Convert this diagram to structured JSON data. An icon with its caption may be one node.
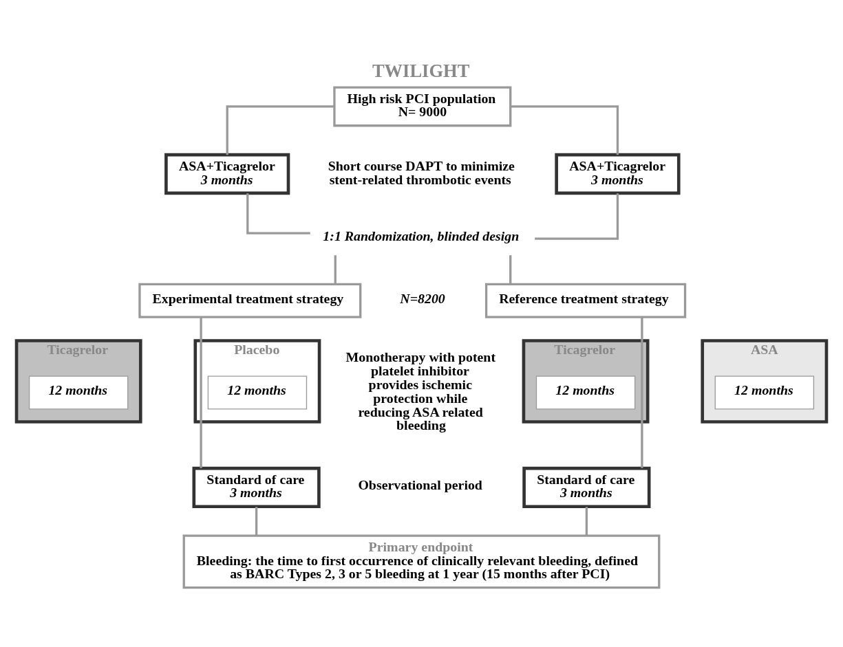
{
  "diagram": {
    "title": "TWILIGHT",
    "nodes": [
      {
        "text": [
          "High risk PCI population",
          "N= 9000"
        ]
      },
      {
        "text": [
          "ASA+Ticagrelor",
          "3 months"
        ]
      },
      {
        "text": [
          "ASA+Ticagrelor",
          "3 months"
        ]
      },
      {
        "text": [
          "1:1 Randomization, blinded design"
        ]
      },
      {
        "text": [
          "Experimental treatment strategy"
        ]
      },
      {
        "text": [
          "Reference treatment strategy"
        ]
      },
      {
        "text": [
          "Placebo"
        ]
      },
      {
        "text": [
          "12 months"
        ],
        "in": 6
      },
      {
        "text": [
          "Ticagrelor"
        ]
      },
      {
        "text": [
          "12 months"
        ],
        "in": 8
      },
      {
        "text": [
          "ASA"
        ]
      },
      {
        "text": [
          "12 months"
        ],
        "in": 10
      },
      {
        "text": [
          "Ticagrelor"
        ]
      },
      {
        "text": [
          "12 months"
        ],
        "in": 12
      },
      {
        "text": [
          "Standard of care",
          "3 months"
        ]
      },
      {
        "text": [
          "Standard of care",
          "3 months"
        ]
      },
      {
        "text": [
          "Primary endpoint",
          "Bleeding: the time to first occurrence of clinically relevant bleeding, defined as BARC Types 2, 3 or 5 bleeding at 1 year (15 months after PCI)"
        ]
      }
    ],
    "edges": [
      {
        "from": 0,
        "to": 1,
        "arrow": "none"
      },
      {
        "from": 0,
        "to": 2,
        "arrow": "none"
      },
      {
        "from": 1,
        "to": 3,
        "arrow": "none"
      },
      {
        "from": 2,
        "to": 3,
        "arrow": "none"
      },
      {
        "from": 3,
        "to": 4,
        "arrow": "none"
      },
      {
        "from": 3,
        "to": 5,
        "arrow": "none"
      },
      {
        "from": 4,
        "to": 14,
        "arrow": "none"
      },
      {
        "from": 5,
        "to": 15,
        "arrow": "none"
      },
      {
        "from": 14,
        "to": 16,
        "arrow": "none"
      },
      {
        "from": 15,
        "to": 16,
        "arrow": "none"
      }
    ],
    "labels": [
      "Short course DAPT to minimize stent-related thrombotic events",
      "N=8200",
      "Monotherapy with potent platelet inhibitor provides ischemic protection while reducing ASA related bleeding",
      "Observational period"
    ]
  }
}
